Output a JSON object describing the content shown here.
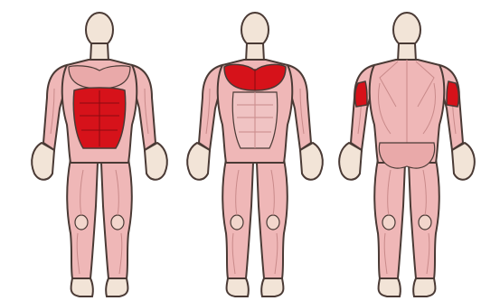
{
  "figures": [
    {
      "view": "front",
      "highlighted": [
        "abdominals"
      ]
    },
    {
      "view": "front",
      "highlighted": [
        "pectorals"
      ]
    },
    {
      "view": "back",
      "highlighted": [
        "triceps"
      ]
    }
  ],
  "colors": {
    "background": "#ffffff",
    "skin": "#f2e4d7",
    "muscle": "#efb7b7",
    "muscle_dark": "#e29e9e",
    "highlight": "#d6121a",
    "outline": "#4a3a35"
  }
}
